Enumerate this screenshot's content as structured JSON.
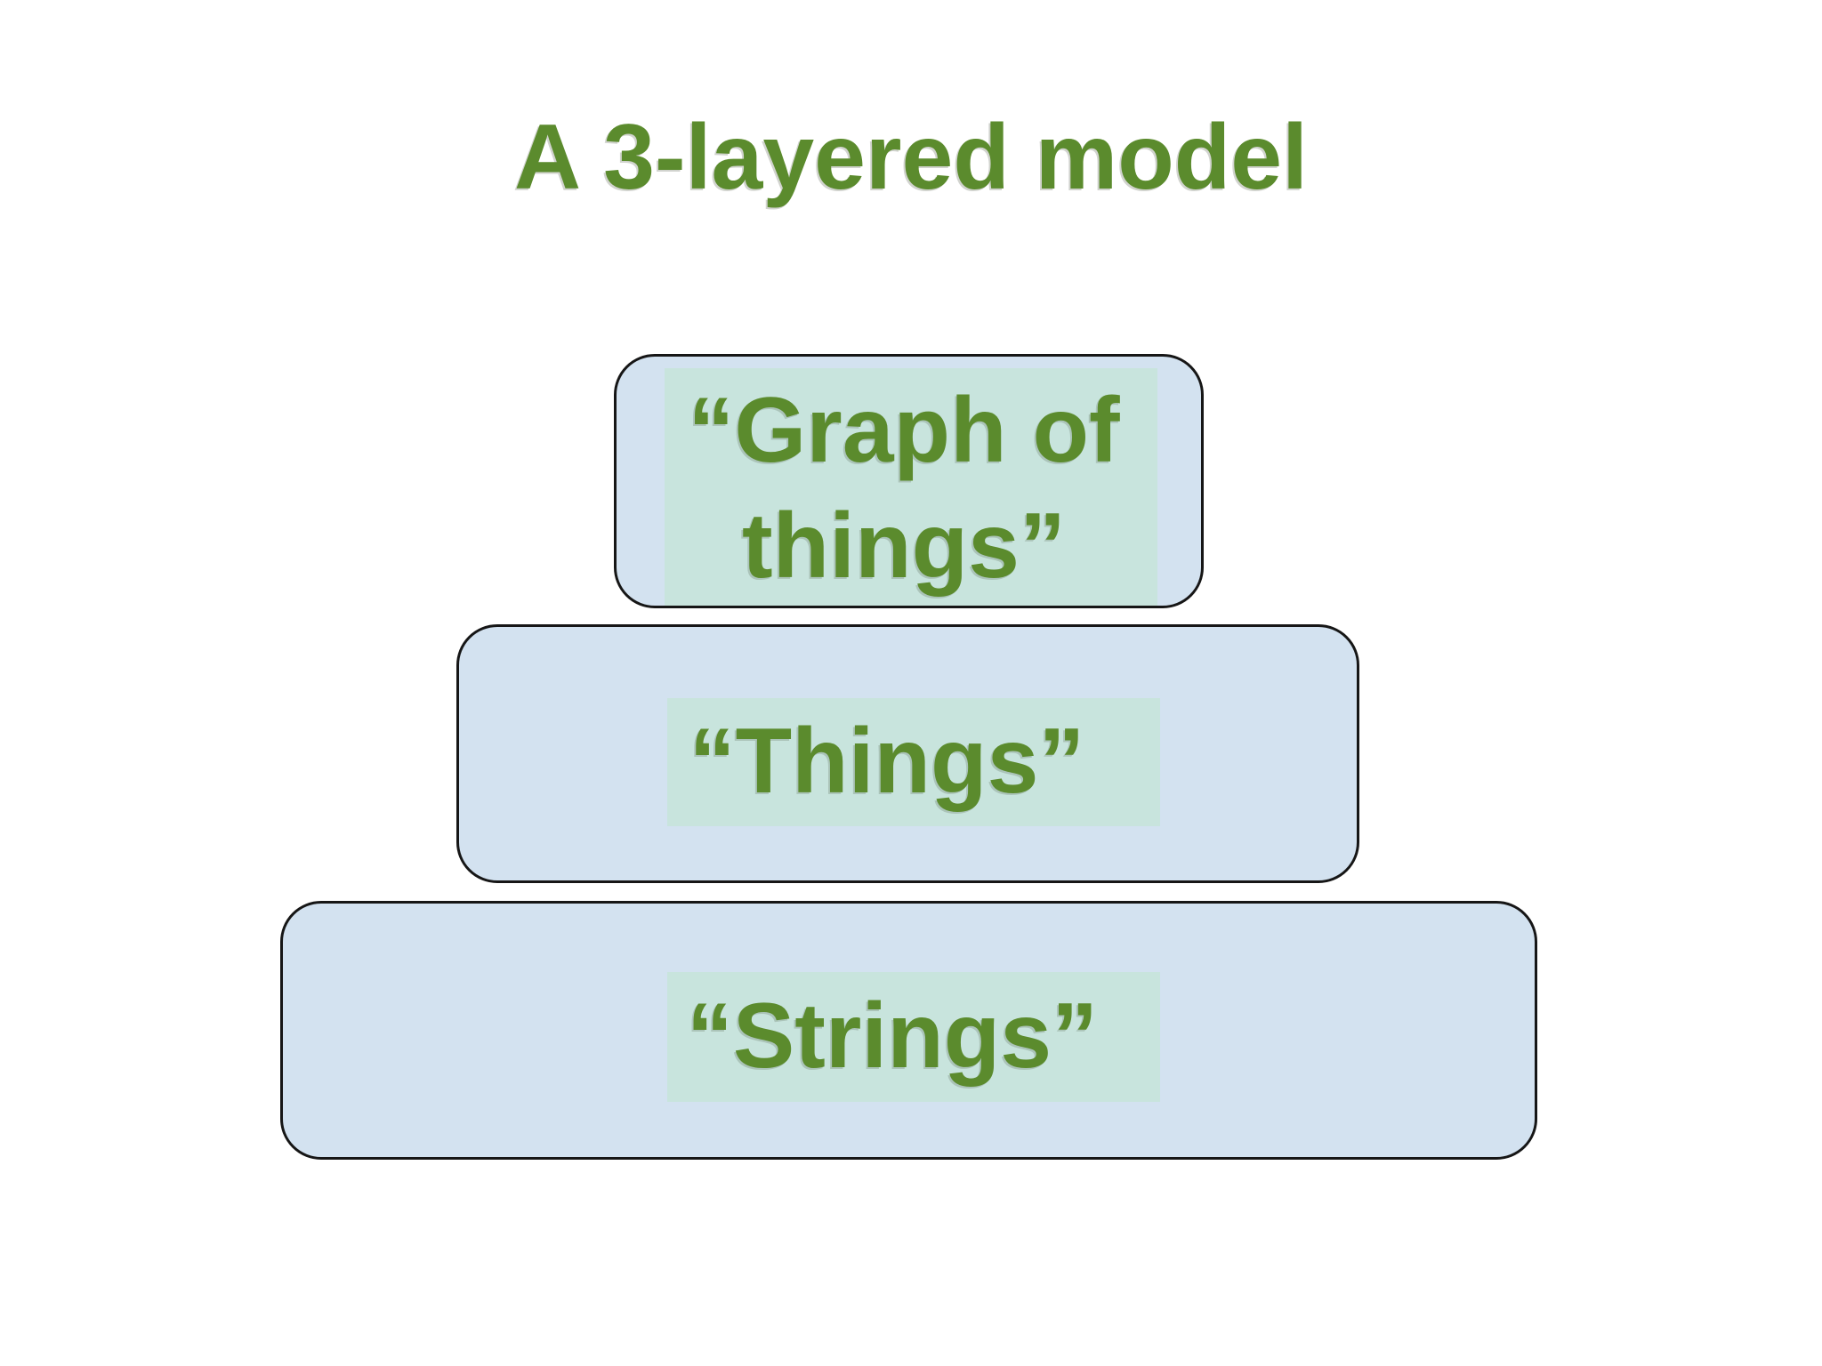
{
  "slide": {
    "title": "A 3-layered model",
    "layers": [
      {
        "id": "graph-of-things",
        "label": "“Graph of things”",
        "lines": [
          "“Graph of",
          "things”"
        ]
      },
      {
        "id": "things",
        "label": "“Things”"
      },
      {
        "id": "strings",
        "label": "“Strings”"
      }
    ],
    "colors": {
      "text_green": "#5b8b2d",
      "box_fill_blue": "#d3e2f0",
      "highlight_teal": "#c8e4dd",
      "border": "#161616",
      "background": "#ffffff"
    }
  }
}
